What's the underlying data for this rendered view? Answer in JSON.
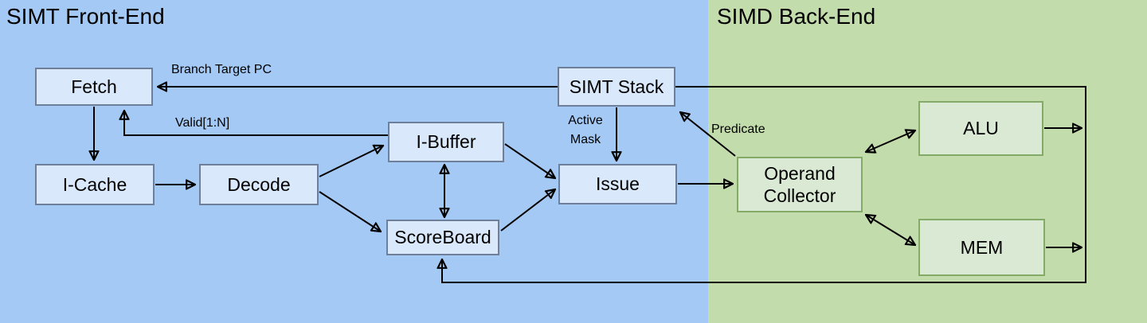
{
  "regions": {
    "front_end": {
      "title": "SIMT Front-End",
      "background": "#a4c9f5"
    },
    "back_end": {
      "title": "SIMD Back-End",
      "background": "#c2dcab"
    }
  },
  "nodes": {
    "fetch": {
      "label": "Fetch"
    },
    "i_cache": {
      "label": "I-Cache"
    },
    "decode": {
      "label": "Decode"
    },
    "i_buffer": {
      "label": "I-Buffer"
    },
    "scoreboard": {
      "label": "ScoreBoard"
    },
    "issue": {
      "label": "Issue"
    },
    "simt_stack": {
      "label": "SIMT Stack"
    },
    "operand_collector": {
      "label": "Operand Collector"
    },
    "alu": {
      "label": "ALU"
    },
    "mem": {
      "label": "MEM"
    }
  },
  "edge_labels": {
    "branch_target_pc": "Branch Target PC",
    "valid_1n": "Valid[1:N]",
    "active_mask": "Active Mask",
    "predicate": "Predicate"
  },
  "edges": [
    {
      "from": "simt_stack",
      "to": "fetch",
      "label": "Branch Target PC"
    },
    {
      "from": "i_buffer",
      "to": "fetch",
      "label": "Valid[1:N]"
    },
    {
      "from": "fetch",
      "to": "i_cache"
    },
    {
      "from": "i_cache",
      "to": "decode"
    },
    {
      "from": "decode",
      "to": "i_buffer"
    },
    {
      "from": "decode",
      "to": "scoreboard"
    },
    {
      "from": "i_buffer",
      "to": "scoreboard",
      "bidirectional": true
    },
    {
      "from": "i_buffer",
      "to": "issue"
    },
    {
      "from": "scoreboard",
      "to": "issue"
    },
    {
      "from": "simt_stack",
      "to": "issue",
      "label": "Active Mask"
    },
    {
      "from": "issue",
      "to": "operand_collector"
    },
    {
      "from": "operand_collector",
      "to": "simt_stack",
      "label": "Predicate"
    },
    {
      "from": "operand_collector",
      "to": "alu",
      "bidirectional": true
    },
    {
      "from": "operand_collector",
      "to": "mem",
      "bidirectional": true
    },
    {
      "from": "alu",
      "to": "writeback_bus"
    },
    {
      "from": "mem",
      "to": "writeback_bus"
    },
    {
      "from": "writeback_bus",
      "to": "scoreboard"
    }
  ],
  "colors": {
    "front_end_background": "#a4c9f5",
    "back_end_background": "#c2dcab",
    "front_node_fill": "#dae8fc",
    "front_node_border": "#6e8099",
    "back_node_fill": "#d9e9d4",
    "back_node_border": "#84aa68",
    "edge_stroke": "#000000",
    "text": "#000000"
  }
}
